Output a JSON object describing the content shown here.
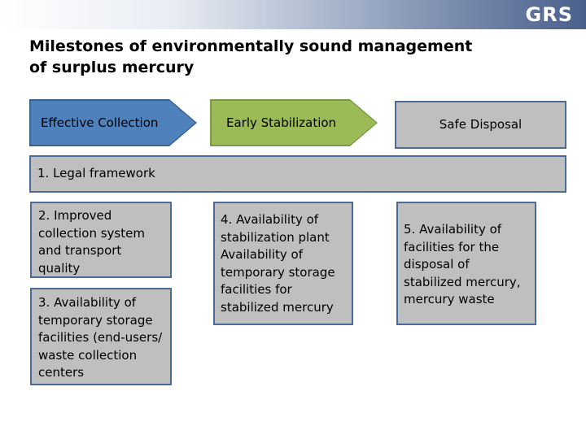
{
  "header": {
    "logo_text": "GRS",
    "title_line1": "Milestones of environmentally sound management",
    "title_line2": "of surplus mercury"
  },
  "stages": [
    {
      "label": "Effective Collection",
      "color": "#4f81bd"
    },
    {
      "label": "Early Stabilization",
      "color": "#9bbb59"
    },
    {
      "label": "Safe Disposal",
      "color": "#bfbfbf"
    }
  ],
  "milestones": {
    "legal": "1. Legal framework",
    "improved": "2. Improved collection system and transport quality",
    "temporary_storage": "3. Availability of temporary storage facilities (end-users/ waste collection centers",
    "stabilization": "4. Availability of stabilization plant Availability of temporary storage facilities for stabilized mercury",
    "disposal": "5. Availability of facilities for the disposal of stabilized mercury, mercury waste"
  }
}
